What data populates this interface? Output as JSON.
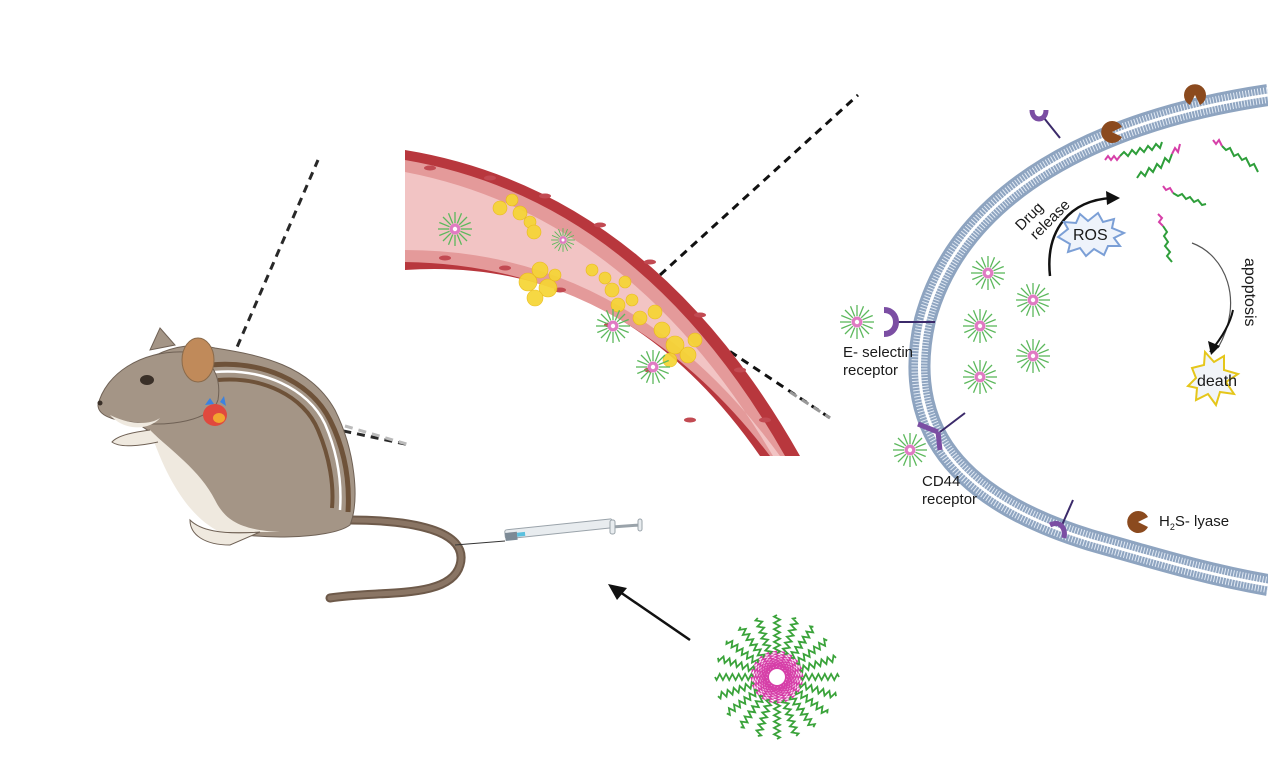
{
  "figure": {
    "title": "Targeted nanoparticle drug delivery to atherosclerotic plaque",
    "colors": {
      "background": "#ffffff",
      "mouse_body": "#a49586",
      "mouse_stripe": "#6e5239",
      "mouse_belly": "#efe9df",
      "mouse_ear": "#c08a5a",
      "tail": "#7a6656",
      "vessel_wall": "#b8373d",
      "vessel_lumen": "#f2c4c4",
      "endothelium": "#e49a9a",
      "plaque": "#f5d23a",
      "nano_corona": "#4caf50",
      "nano_core": "#d63fa8",
      "membrane": "#9fb3cc",
      "receptor": "#7b4ea3",
      "lyase": "#8b4a1e",
      "ros_outline": "#7b9fd6",
      "death_outline": "#e5c61a",
      "arrow": "#111111"
    }
  },
  "labels": {
    "e_selectin_line1": "E- selectin",
    "e_selectin_line2": "receptor",
    "cd44_line1": "CD44",
    "cd44_line2": "receptor",
    "drug_release_line1": "Drug",
    "drug_release_line2": "release",
    "ros": "ROS",
    "apoptosis": "apoptosis",
    "death": "death",
    "lyase_prefix": "H",
    "lyase_sub": "2",
    "lyase_suffix": "S- lyase"
  },
  "elements": {
    "mouse": "mouse-illustration",
    "heart": "heart-icon",
    "syringe": "syringe-icon",
    "vessel": "blood-vessel-cross-section",
    "micelle": "nanoparticle-micelle-icon",
    "cell_membrane": "cell-membrane-arc"
  }
}
